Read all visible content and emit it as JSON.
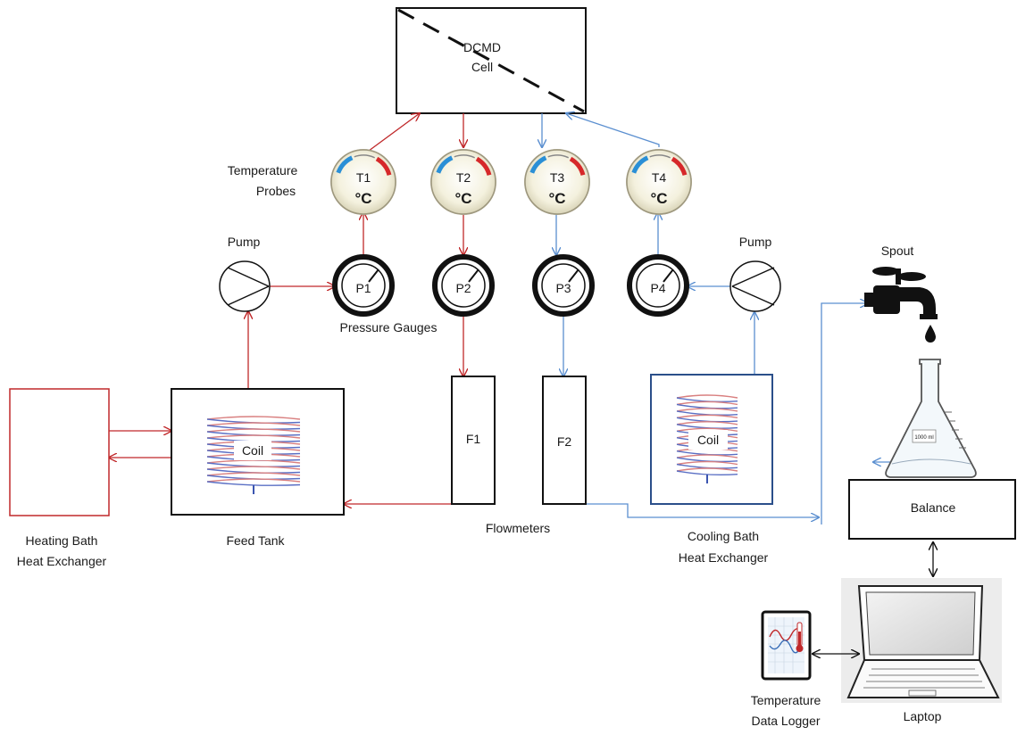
{
  "cell": {
    "line1": "DCMD",
    "line2": "Cell"
  },
  "labels": {
    "temperature_probes": [
      "Temperature",
      "Probes"
    ],
    "pump_left": "Pump",
    "pump_right": "Pump",
    "pressure_gauges": "Pressure Gauges",
    "spout": "Spout",
    "flowmeters": "Flowmeters",
    "feed_tank": "Feed Tank",
    "heating_bath": [
      "Heating Bath",
      "Heat Exchanger"
    ],
    "cooling_bath": [
      "Cooling Bath",
      "Heat Exchanger"
    ],
    "balance": "Balance",
    "laptop": "Laptop",
    "data_logger": [
      "Temperature",
      "Data Logger"
    ],
    "coil_feed": "Coil",
    "coil_cooling": "Coil",
    "flask_volume": "1000 ml"
  },
  "probes": [
    {
      "id": "T1",
      "unit": "°C"
    },
    {
      "id": "T2",
      "unit": "°C"
    },
    {
      "id": "T3",
      "unit": "°C"
    },
    {
      "id": "T4",
      "unit": "°C"
    }
  ],
  "gauges": [
    {
      "id": "P1"
    },
    {
      "id": "P2"
    },
    {
      "id": "P3"
    },
    {
      "id": "P4"
    }
  ],
  "flowmeters": [
    {
      "id": "F1"
    },
    {
      "id": "F2"
    }
  ],
  "colors": {
    "hot": "#c0282a",
    "cold": "#5b8fd0",
    "black": "#111111",
    "cooling_bath_border": "#2b4f8a",
    "heating_bath_border": "#c0282a"
  }
}
